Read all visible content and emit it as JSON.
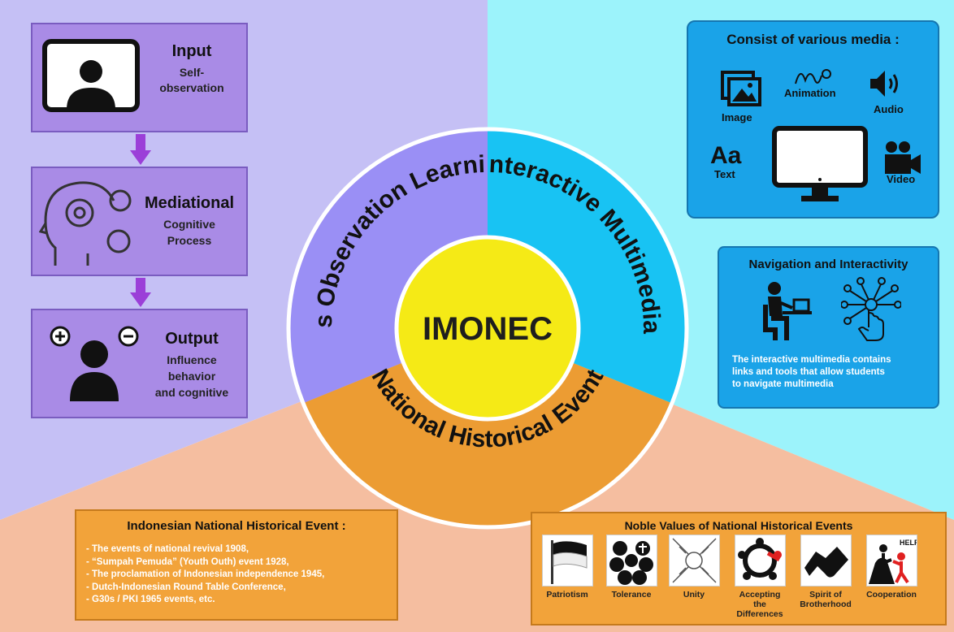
{
  "center": {
    "label": "IMONEC"
  },
  "ring": {
    "bandura": "Bandura's Observation Learning Model",
    "interactive": "Interactive Multimedia",
    "national": "National Historical Event"
  },
  "left": {
    "input": {
      "title": "Input",
      "sub": [
        "Self-",
        "observation"
      ]
    },
    "mediational": {
      "title": "Mediational",
      "sub": [
        "Cognitive",
        "Process"
      ]
    },
    "output": {
      "title": "Output",
      "sub": [
        "Influence",
        "behavior",
        "and cognitive"
      ]
    }
  },
  "media": {
    "title": "Consist of various media :",
    "image": "Image",
    "animation": "Animation",
    "audio": "Audio",
    "text_glyph": "Aa",
    "text": "Text",
    "video": "Video"
  },
  "navigation": {
    "title": "Navigation and Interactivity",
    "desc": [
      "The interactive multimedia contains",
      "links and tools that allow students",
      "to navigate multimedia"
    ]
  },
  "events": {
    "title": "Indonesian National Historical Event :",
    "items": [
      "- The events of national revival 1908,",
      "- “Sumpah Pemuda” (Youth Outh) event 1928,",
      "- The proclamation of Indonesian independence 1945,",
      "- Dutch-Indonesian Round Table Conference,",
      "- G30s / PKI 1965 events, etc."
    ]
  },
  "values": {
    "title": "Noble Values of National Historical Events",
    "items": [
      "Patriotism",
      "Tolerance",
      "Unity",
      "Accepting the Differences",
      "Spirit of Brotherhood",
      "Cooperation"
    ],
    "help": "HELP"
  },
  "colors": {
    "purple_bg": "#c5c0f5",
    "cyan_bg": "#9cf3fb",
    "peach_bg": "#f5bea0",
    "center": "#f5ea16",
    "orange": "#f2a33a",
    "blue": "#1aa3e8"
  }
}
